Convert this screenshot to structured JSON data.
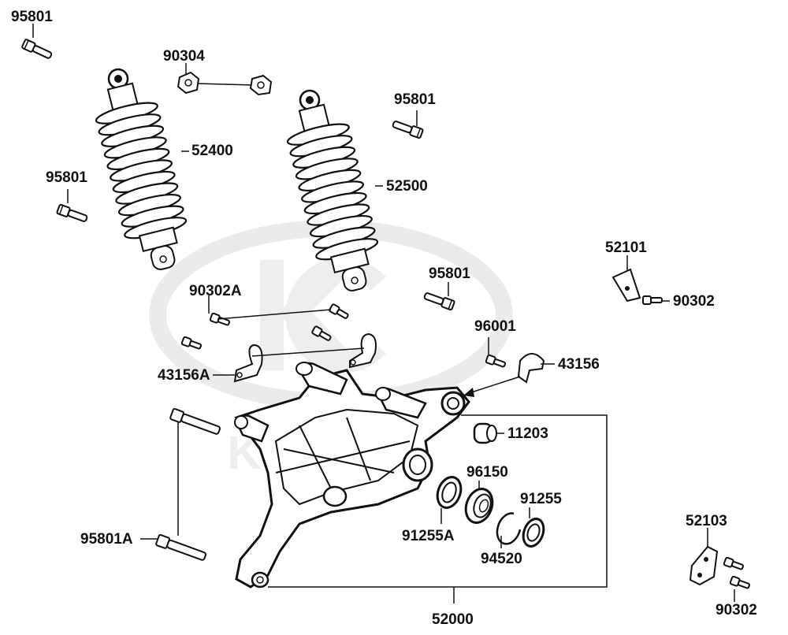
{
  "diagram": {
    "watermark": "KYMCO",
    "parts": [
      {
        "id": "bolt-top-left",
        "label": "95801"
      },
      {
        "id": "nut-pair",
        "label": "90304"
      },
      {
        "id": "shock-left",
        "label": "52400"
      },
      {
        "id": "bolt-mid-top",
        "label": "95801"
      },
      {
        "id": "shock-right",
        "label": "52500"
      },
      {
        "id": "bolt-left-mid",
        "label": "95801"
      },
      {
        "id": "bracket-right",
        "label": "52101"
      },
      {
        "id": "bolt-center",
        "label": "95801"
      },
      {
        "id": "bolt-bracket-right",
        "label": "90302"
      },
      {
        "id": "bolt-set-a",
        "label": "90302A"
      },
      {
        "id": "bolt-small",
        "label": "96001"
      },
      {
        "id": "clamp-right",
        "label": "43156"
      },
      {
        "id": "clamp-pair",
        "label": "43156A"
      },
      {
        "id": "bushing",
        "label": "11203"
      },
      {
        "id": "bearing",
        "label": "96150"
      },
      {
        "id": "seal-right",
        "label": "91255"
      },
      {
        "id": "long-bolt",
        "label": "95801A"
      },
      {
        "id": "seal-left",
        "label": "91255A"
      },
      {
        "id": "circlip",
        "label": "94520"
      },
      {
        "id": "swing-arm",
        "label": "52000"
      },
      {
        "id": "plate-bottom-right",
        "label": "52103"
      },
      {
        "id": "bolt-bottom-right",
        "label": "90302"
      }
    ]
  }
}
